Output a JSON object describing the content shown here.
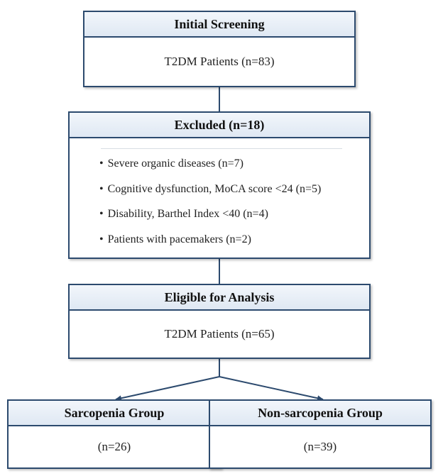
{
  "initial": {
    "title": "Initial Screening",
    "body": "T2DM Patients (n=83)"
  },
  "excluded": {
    "title": "Excluded (n=18)",
    "reasons": [
      "Severe organic diseases (n=7)",
      "Cognitive dysfunction, MoCA score <24 (n=5)",
      "Disability, Barthel Index <40 (n=4)",
      "Patients with pacemakers (n=2)"
    ]
  },
  "eligible": {
    "title": "Eligible for Analysis",
    "body": "T2DM Patients (n=65)"
  },
  "groups": {
    "sarcopenia": {
      "title": "Sarcopenia Group",
      "count": "(n=26)"
    },
    "non_sarcopenia": {
      "title": "Non-sarcopenia Group",
      "count": "(n=39)"
    }
  },
  "colors": {
    "border": "#2c4a6e",
    "header_fill": "#e4ecf5",
    "arrow": "#2c4a6e"
  }
}
